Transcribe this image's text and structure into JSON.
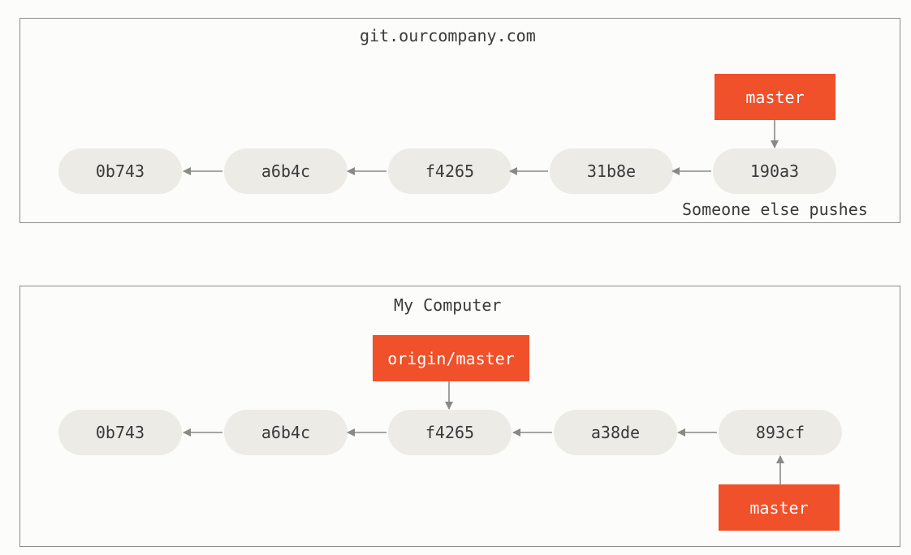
{
  "remote": {
    "title": "git.ourcompany.com",
    "commits": [
      "0b743",
      "a6b4c",
      "f4265",
      "31b8e",
      "190a3"
    ],
    "branch_label": "master",
    "note": "Someone else pushes"
  },
  "local": {
    "title": "My Computer",
    "commits": [
      "0b743",
      "a6b4c",
      "f4265",
      "a38de",
      "893cf"
    ],
    "origin_branch_label": "origin/master",
    "branch_label": "master"
  },
  "colors": {
    "branch_fill": "#f0502a",
    "commit_fill": "#ecebe6",
    "arrow": "#8a8a84",
    "border": "#8c8c8c"
  }
}
